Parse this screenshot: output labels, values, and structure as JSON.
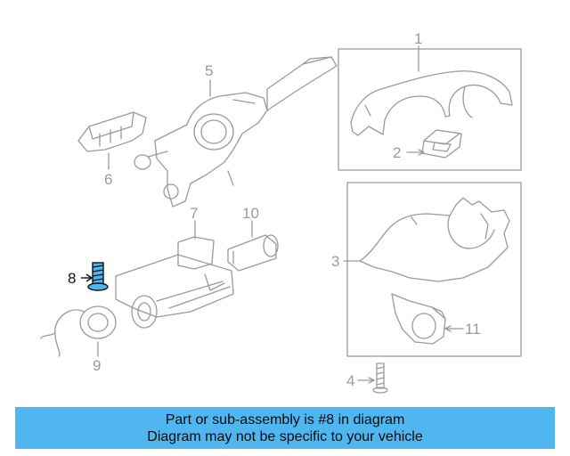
{
  "diagram": {
    "highlight_color": "#4fb6f0",
    "line_color": "#9a9a9a",
    "callouts": {
      "c1": "1",
      "c2": "2",
      "c3": "3",
      "c4": "4",
      "c5": "5",
      "c6": "6",
      "c7": "7",
      "c8": "8",
      "c9": "9",
      "c10": "10",
      "c11": "11"
    }
  },
  "banner": {
    "line1": "Part or sub-assembly is #8 in diagram",
    "line2": "Diagram may not be specific to your vehicle",
    "background": "#4fb6f0"
  }
}
